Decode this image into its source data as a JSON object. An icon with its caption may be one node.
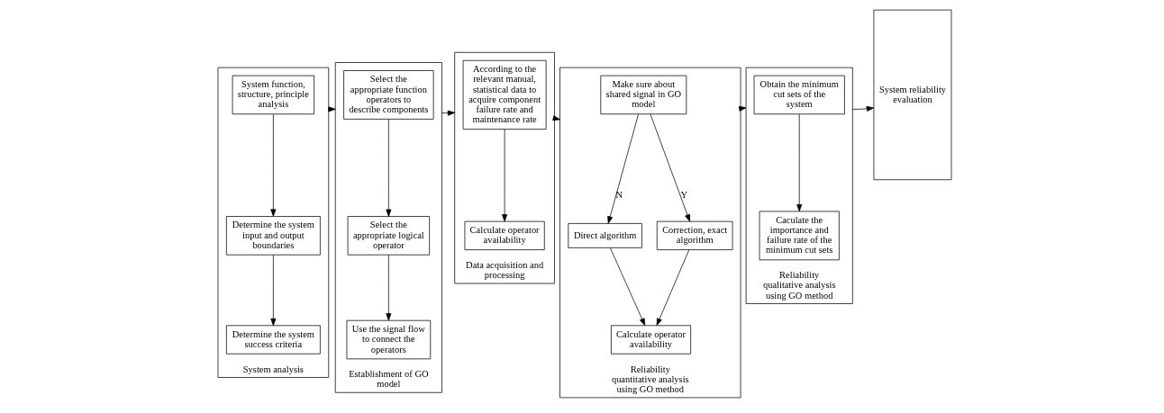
{
  "diagram": {
    "nodes": [
      {
        "text": [
          "System analysis"
        ]
      },
      {
        "text": [
          "System function, structure, principle analysis"
        ],
        "in": 0
      },
      {
        "text": [
          "Determine the system input and output boundaries"
        ],
        "in": 0
      },
      {
        "text": [
          "Determine the system success criteria"
        ],
        "in": 0
      },
      {
        "text": [
          "Establishment of GO model"
        ]
      },
      {
        "text": [
          "Select the appropriate function operators to describe components"
        ],
        "in": 4
      },
      {
        "text": [
          "Select the appropriate logical operator"
        ],
        "in": 4
      },
      {
        "text": [
          "Use the signal flow to connect the operators"
        ],
        "in": 4
      },
      {
        "text": [
          "Data acquisition and processing"
        ]
      },
      {
        "text": [
          "According to the relevant manual, statistical data to acquire component failure rate and maintenance rate"
        ],
        "in": 8
      },
      {
        "text": [
          "Calculate operator availability"
        ],
        "in": 8
      },
      {
        "text": [
          "Reliability quantitative analysis using GO method"
        ]
      },
      {
        "text": [
          "Make sure about shared signal in GO model"
        ],
        "in": 11
      },
      {
        "text": [
          "Direct algorithm"
        ],
        "in": 11
      },
      {
        "text": [
          "Correction, exact algorithm"
        ],
        "in": 11
      },
      {
        "text": [
          "Calculate operator availability"
        ],
        "in": 11
      },
      {
        "text": [
          "Reliability qualitative analysis using GO method"
        ]
      },
      {
        "text": [
          "Obtain the minimum cut sets of the system"
        ],
        "in": 16
      },
      {
        "text": [
          "Caculate the importance and failure rate of the minimum cut sets"
        ],
        "in": 16
      },
      {
        "text": [
          "System reliability evaluation"
        ]
      }
    ],
    "edges": [
      {
        "from": 1,
        "to": 2,
        "arrow": "to"
      },
      {
        "from": 2,
        "to": 3,
        "arrow": "to"
      },
      {
        "from": 0,
        "to": 4,
        "arrow": "to"
      },
      {
        "from": 5,
        "to": 6,
        "arrow": "to"
      },
      {
        "from": 6,
        "to": 7,
        "arrow": "to"
      },
      {
        "from": 4,
        "to": 8,
        "arrow": "to"
      },
      {
        "from": 9,
        "to": 10,
        "arrow": "to"
      },
      {
        "from": 8,
        "to": 11,
        "arrow": "to"
      },
      {
        "from": 12,
        "to": 13,
        "arrow": "to",
        "label": "N"
      },
      {
        "from": 12,
        "to": 14,
        "arrow": "to",
        "label": "Y"
      },
      {
        "from": 13,
        "to": 15,
        "arrow": "to"
      },
      {
        "from": 14,
        "to": 15,
        "arrow": "to"
      },
      {
        "from": 11,
        "to": 16,
        "arrow": "to"
      },
      {
        "from": 17,
        "to": 18,
        "arrow": "to"
      },
      {
        "from": 16,
        "to": 19,
        "arrow": "to"
      }
    ]
  }
}
